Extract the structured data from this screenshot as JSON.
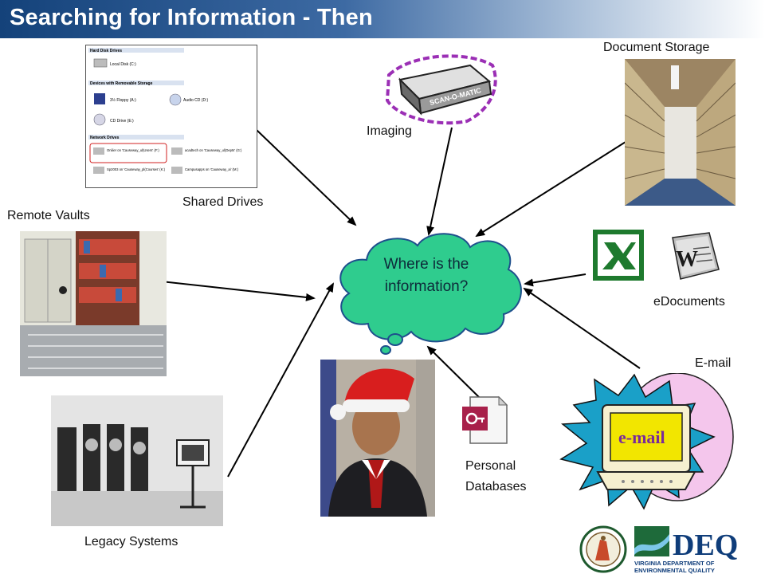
{
  "slide": {
    "title": "Searching for Information - Then"
  },
  "center": {
    "question": "Where is the information?",
    "fill": "#2fcc8e",
    "stroke": "#1e4f8c"
  },
  "sources": {
    "shared_drives": "Shared Drives",
    "imaging": "Imaging",
    "document_storage": "Document Storage",
    "remote_vaults": "Remote Vaults",
    "edocuments": "eDocuments",
    "email": "E-mail",
    "legacy_systems": "Legacy Systems",
    "personal_databases_line1": "Personal",
    "personal_databases_line2": "Databases"
  },
  "drive_window": {
    "hard_disk_heading": "Hard Disk Drives",
    "local_disk": "Local Disk (C:)",
    "removable_heading": "Devices with Removable Storage",
    "floppy": "3½ Floppy (A:)",
    "audio_cd": "Audio CD (D:)",
    "cd_drive": "CD Drive (E:)",
    "network_heading": "Network Drives",
    "network_1": "Onilier on 'Causeway_ul(Users' (F:)",
    "network_2": "acadtech on 'Causeway_ul(Depts' (G:)",
    "network_3": "Sp2003 on 'Causeway_pl(Courses' (K:)",
    "network_4": "Campusapps on 'Causeway_ai' (M:)"
  },
  "scanner_brand": "SCAN-O-MATIC",
  "email_screen_text": "e-mail",
  "logo": {
    "name": "DEQ",
    "line1": "VIRGINIA DEPARTMENT OF",
    "line2": "ENVIRONMENTAL QUALITY"
  },
  "colors": {
    "title_bar": "#14427a",
    "arrow": "#000000",
    "email_burst": "#1aa0c8",
    "email_bg": "#f4c6ec"
  }
}
